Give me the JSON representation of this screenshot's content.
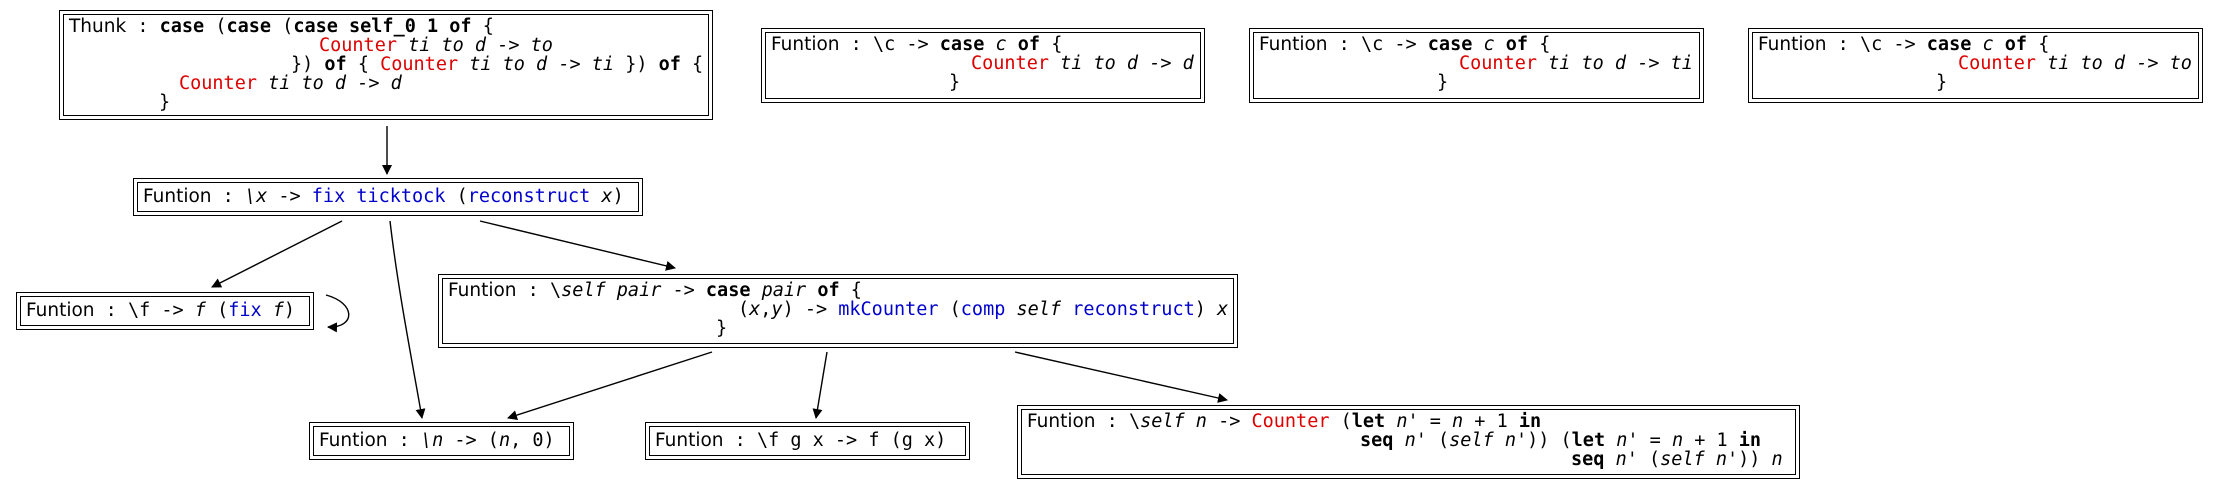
{
  "nodes": {
    "thunk": {
      "label": "Thunk",
      "sep": " : ",
      "l1": {
        "case1": "case",
        "case2": "case",
        "case3": "case",
        "arg": "self_0 1",
        "of": "of",
        "brace": "{"
      },
      "l2": {
        "ctor": "Counter",
        "vars": "ti to d",
        "arrow": "->",
        "res": "to"
      },
      "l3": {
        "close": "})",
        "of": "of",
        "open": "{",
        "ctor": "Counter",
        "vars": "ti to d",
        "arrow": "->",
        "res": "ti",
        "close2": "})",
        "of2": "of",
        "open2": "{"
      },
      "l4": {
        "ctor": "Counter",
        "vars": "ti to d",
        "arrow": "->",
        "res": "d"
      },
      "l5": {
        "close": "}"
      }
    },
    "case_d": {
      "label": "Funtion",
      "sep": " : ",
      "lam": "\\c",
      "arrow": "->",
      "kw_case": "case",
      "scrut": "c",
      "kw_of": "of",
      "brace": "{",
      "ctor": "Counter",
      "vars": "ti to d",
      "arrow2": "->",
      "res": "d",
      "close": "}"
    },
    "case_ti": {
      "label": "Funtion",
      "sep": " : ",
      "lam": "\\c",
      "arrow": "->",
      "kw_case": "case",
      "scrut": "c",
      "kw_of": "of",
      "brace": "{",
      "ctor": "Counter",
      "vars": "ti to d",
      "arrow2": "->",
      "res": "ti",
      "close": "}"
    },
    "case_to": {
      "label": "Funtion",
      "sep": " : ",
      "lam": "\\c",
      "arrow": "->",
      "kw_case": "case",
      "scrut": "c",
      "kw_of": "of",
      "brace": "{",
      "ctor": "Counter",
      "vars": "ti to d",
      "arrow2": "->",
      "res": "to",
      "close": "}"
    },
    "fix_ticktock": {
      "label": "Funtion",
      "sep": " : ",
      "lam": "\\x",
      "arrow": "->",
      "fix": "fix",
      "ticktock": "ticktock",
      "open": "(",
      "reconstruct": "reconstruct",
      "x": "x",
      "close": ")"
    },
    "fix_f": {
      "label": "Funtion",
      "sep": " : ",
      "lam": "\\f",
      "arrow": "->",
      "f": "f",
      "open": "(",
      "fix": "fix",
      "f2": "f",
      "close": ")"
    },
    "self_pair": {
      "label": "Funtion",
      "sep": " : ",
      "lam": "\\",
      "self": "self",
      "pair": "pair",
      "arrow": "->",
      "kw_case": "case",
      "scrut": "pair",
      "kw_of": "of",
      "brace": "{",
      "tuple_open": "(",
      "tx": "x",
      "comma": ",",
      "ty": "y",
      "tuple_close": ")",
      "arrow2": "->",
      "mk": "mkCounter",
      "open": "(",
      "comp": "comp",
      "self2": "self",
      "reconstruct": "reconstruct",
      "close": ")",
      "x2": "x",
      "close_brace": "}"
    },
    "n_pair": {
      "label": "Funtion",
      "sep": " : ",
      "lam": "\\n",
      "arrow": "->",
      "open": "(",
      "n": "n",
      "rest": ", 0)"
    },
    "compose": {
      "label": "Funtion",
      "sep": " : ",
      "lam": "\\f g x",
      "arrow": "->",
      "body": "f (g x)"
    },
    "self_n": {
      "label": "Funtion",
      "sep": " : ",
      "lam": "\\",
      "self": "self",
      "n": "n",
      "arrow": "->",
      "ctor": "Counter",
      "l1_open": "(",
      "kw_let": "let",
      "np": "n'",
      "eq": " = ",
      "n2": "n",
      "plus": " + 1 ",
      "kw_in": "in",
      "kw_seq": "seq",
      "np2": "n'",
      "l2_open": " (",
      "self2": "self",
      "np3": "n'",
      "l2_close": ")) (",
      "kw_let2": "let",
      "np4": "n'",
      "eq2": " = ",
      "n3": "n",
      "plus2": " + 1 ",
      "kw_in2": "in",
      "kw_seq2": "seq",
      "np5": "n'",
      "l3_open": " (",
      "self3": "self",
      "np6": "n'",
      "l3_close": ")) ",
      "n4": "n"
    }
  }
}
